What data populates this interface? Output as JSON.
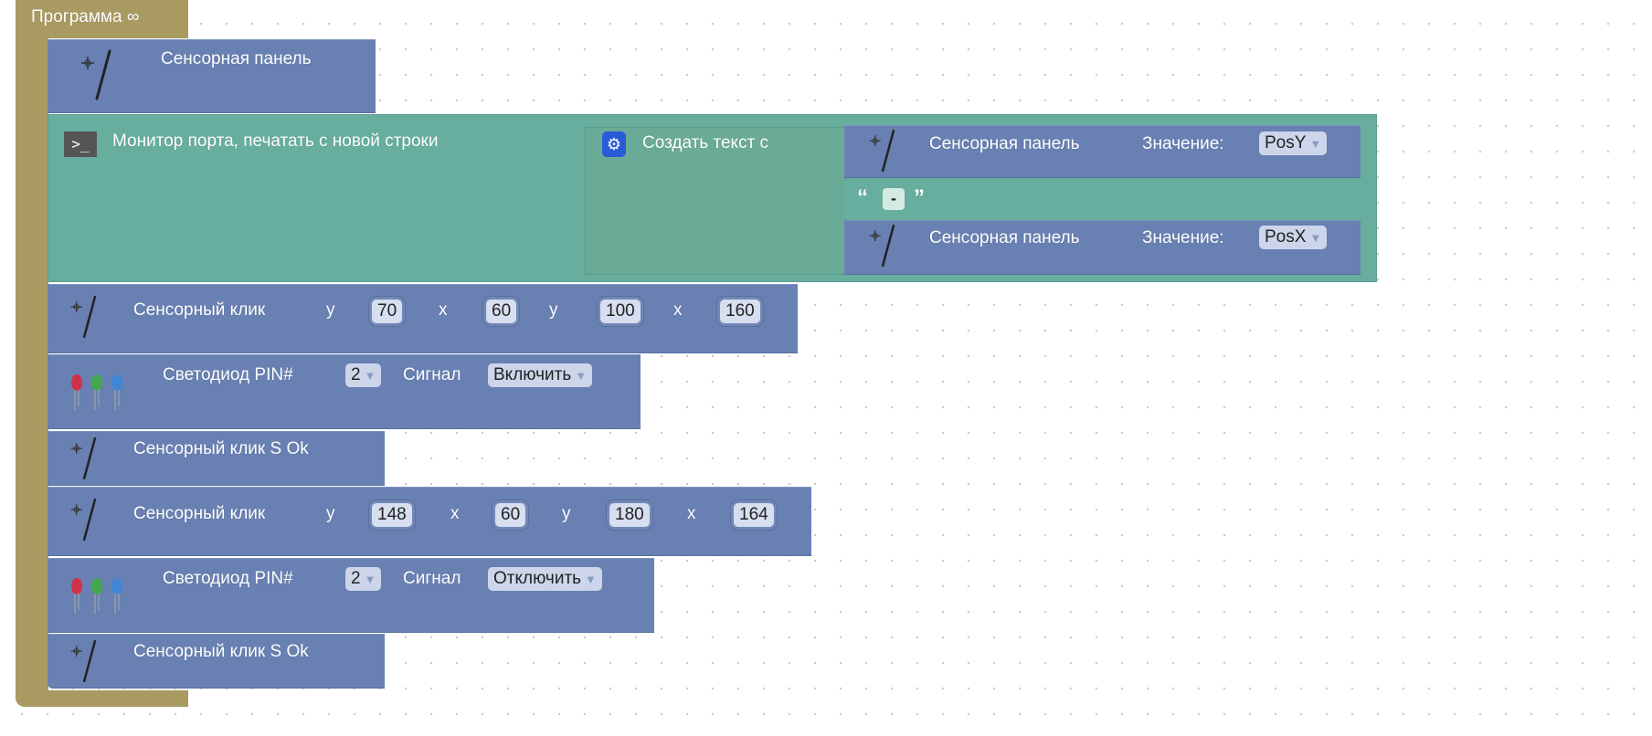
{
  "program": {
    "title": "Программа ∞"
  },
  "blocks": {
    "touch_panel": {
      "label": "Сенсорная панель"
    },
    "serial": {
      "label": "Монитор порта, печатать с новой строки",
      "create_text": {
        "label": "Создать текст с",
        "item1": {
          "label": "Сенсорная панель",
          "value_label": "Значение:",
          "value": "PosY"
        },
        "separator": {
          "open": "“",
          "value": "-",
          "close": "”"
        },
        "item2": {
          "label": "Сенсорная панель",
          "value_label": "Значение:",
          "value": "PosX"
        }
      }
    },
    "click1": {
      "label": "Сенсорный клик",
      "y_label": "y",
      "x_label": "x",
      "y1": "70",
      "x1": "60",
      "y2": "100",
      "x2": "160"
    },
    "led1": {
      "label": "Светодиод PIN#",
      "pin": "2",
      "signal_label": "Сигнал",
      "signal": "Включить"
    },
    "ok1": {
      "label": "Сенсорный клик S Ok"
    },
    "click2": {
      "label": "Сенсорный клик",
      "y_label": "y",
      "x_label": "x",
      "y1": "148",
      "x1": "60",
      "y2": "180",
      "x2": "164"
    },
    "led2": {
      "label": "Светодиод PIN#",
      "pin": "2",
      "signal_label": "Сигнал",
      "signal": "Отключить"
    },
    "ok2": {
      "label": "Сенсорный клик S Ok"
    }
  },
  "colors": {
    "program": "#a99a62",
    "block": "#6880b2",
    "serial": "#67ae9f"
  }
}
